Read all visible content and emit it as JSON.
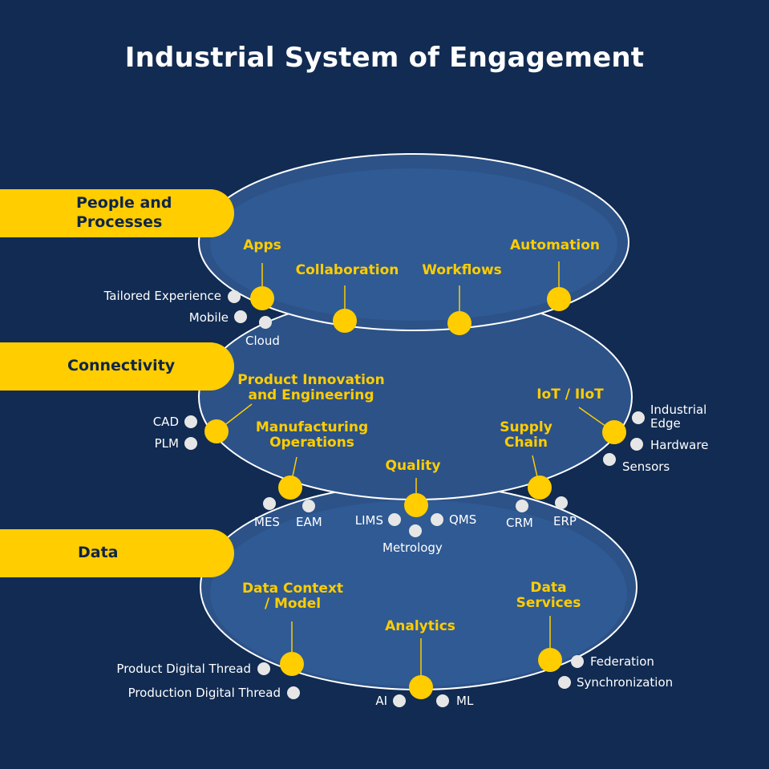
{
  "title": "Industrial System of Engagement",
  "colors": {
    "background": "#112b52",
    "layer_fill": "#2c5288",
    "layer_outline": "#ffffff",
    "accent": "#ffcd00",
    "dot_white": "#e6e6e6"
  },
  "layers": {
    "people": {
      "tab": "People and\nProcesses",
      "nodes": {
        "apps": {
          "label": "Apps",
          "items": [
            "Tailored Experience",
            "Mobile",
            "Cloud"
          ]
        },
        "collaboration": {
          "label": "Collaboration"
        },
        "workflows": {
          "label": "Workflows"
        },
        "automation": {
          "label": "Automation"
        }
      }
    },
    "connectivity": {
      "tab": "Connectivity",
      "nodes": {
        "pie": {
          "label": "Product Innovation\nand Engineering",
          "items": [
            "CAD",
            "PLM"
          ]
        },
        "manufacturing": {
          "label": "Manufacturing\nOperations",
          "items": [
            "MES",
            "EAM"
          ]
        },
        "quality": {
          "label": "Quality",
          "items": [
            "LIMS",
            "QMS",
            "Metrology"
          ]
        },
        "supply": {
          "label": "Supply\nChain",
          "items": [
            "CRM",
            "ERP"
          ]
        },
        "iot": {
          "label": "IoT / IIoT",
          "items": [
            "Industrial\nEdge",
            "Hardware",
            "Sensors"
          ]
        }
      }
    },
    "data": {
      "tab": "Data",
      "nodes": {
        "context": {
          "label": "Data Context\n/ Model",
          "items": [
            "Product Digital Thread",
            "Production Digital Thread"
          ]
        },
        "analytics": {
          "label": "Analytics",
          "items": [
            "AI",
            "ML"
          ]
        },
        "services": {
          "label": "Data\nServices",
          "items": [
            "Federation",
            "Synchronization"
          ]
        }
      }
    }
  }
}
